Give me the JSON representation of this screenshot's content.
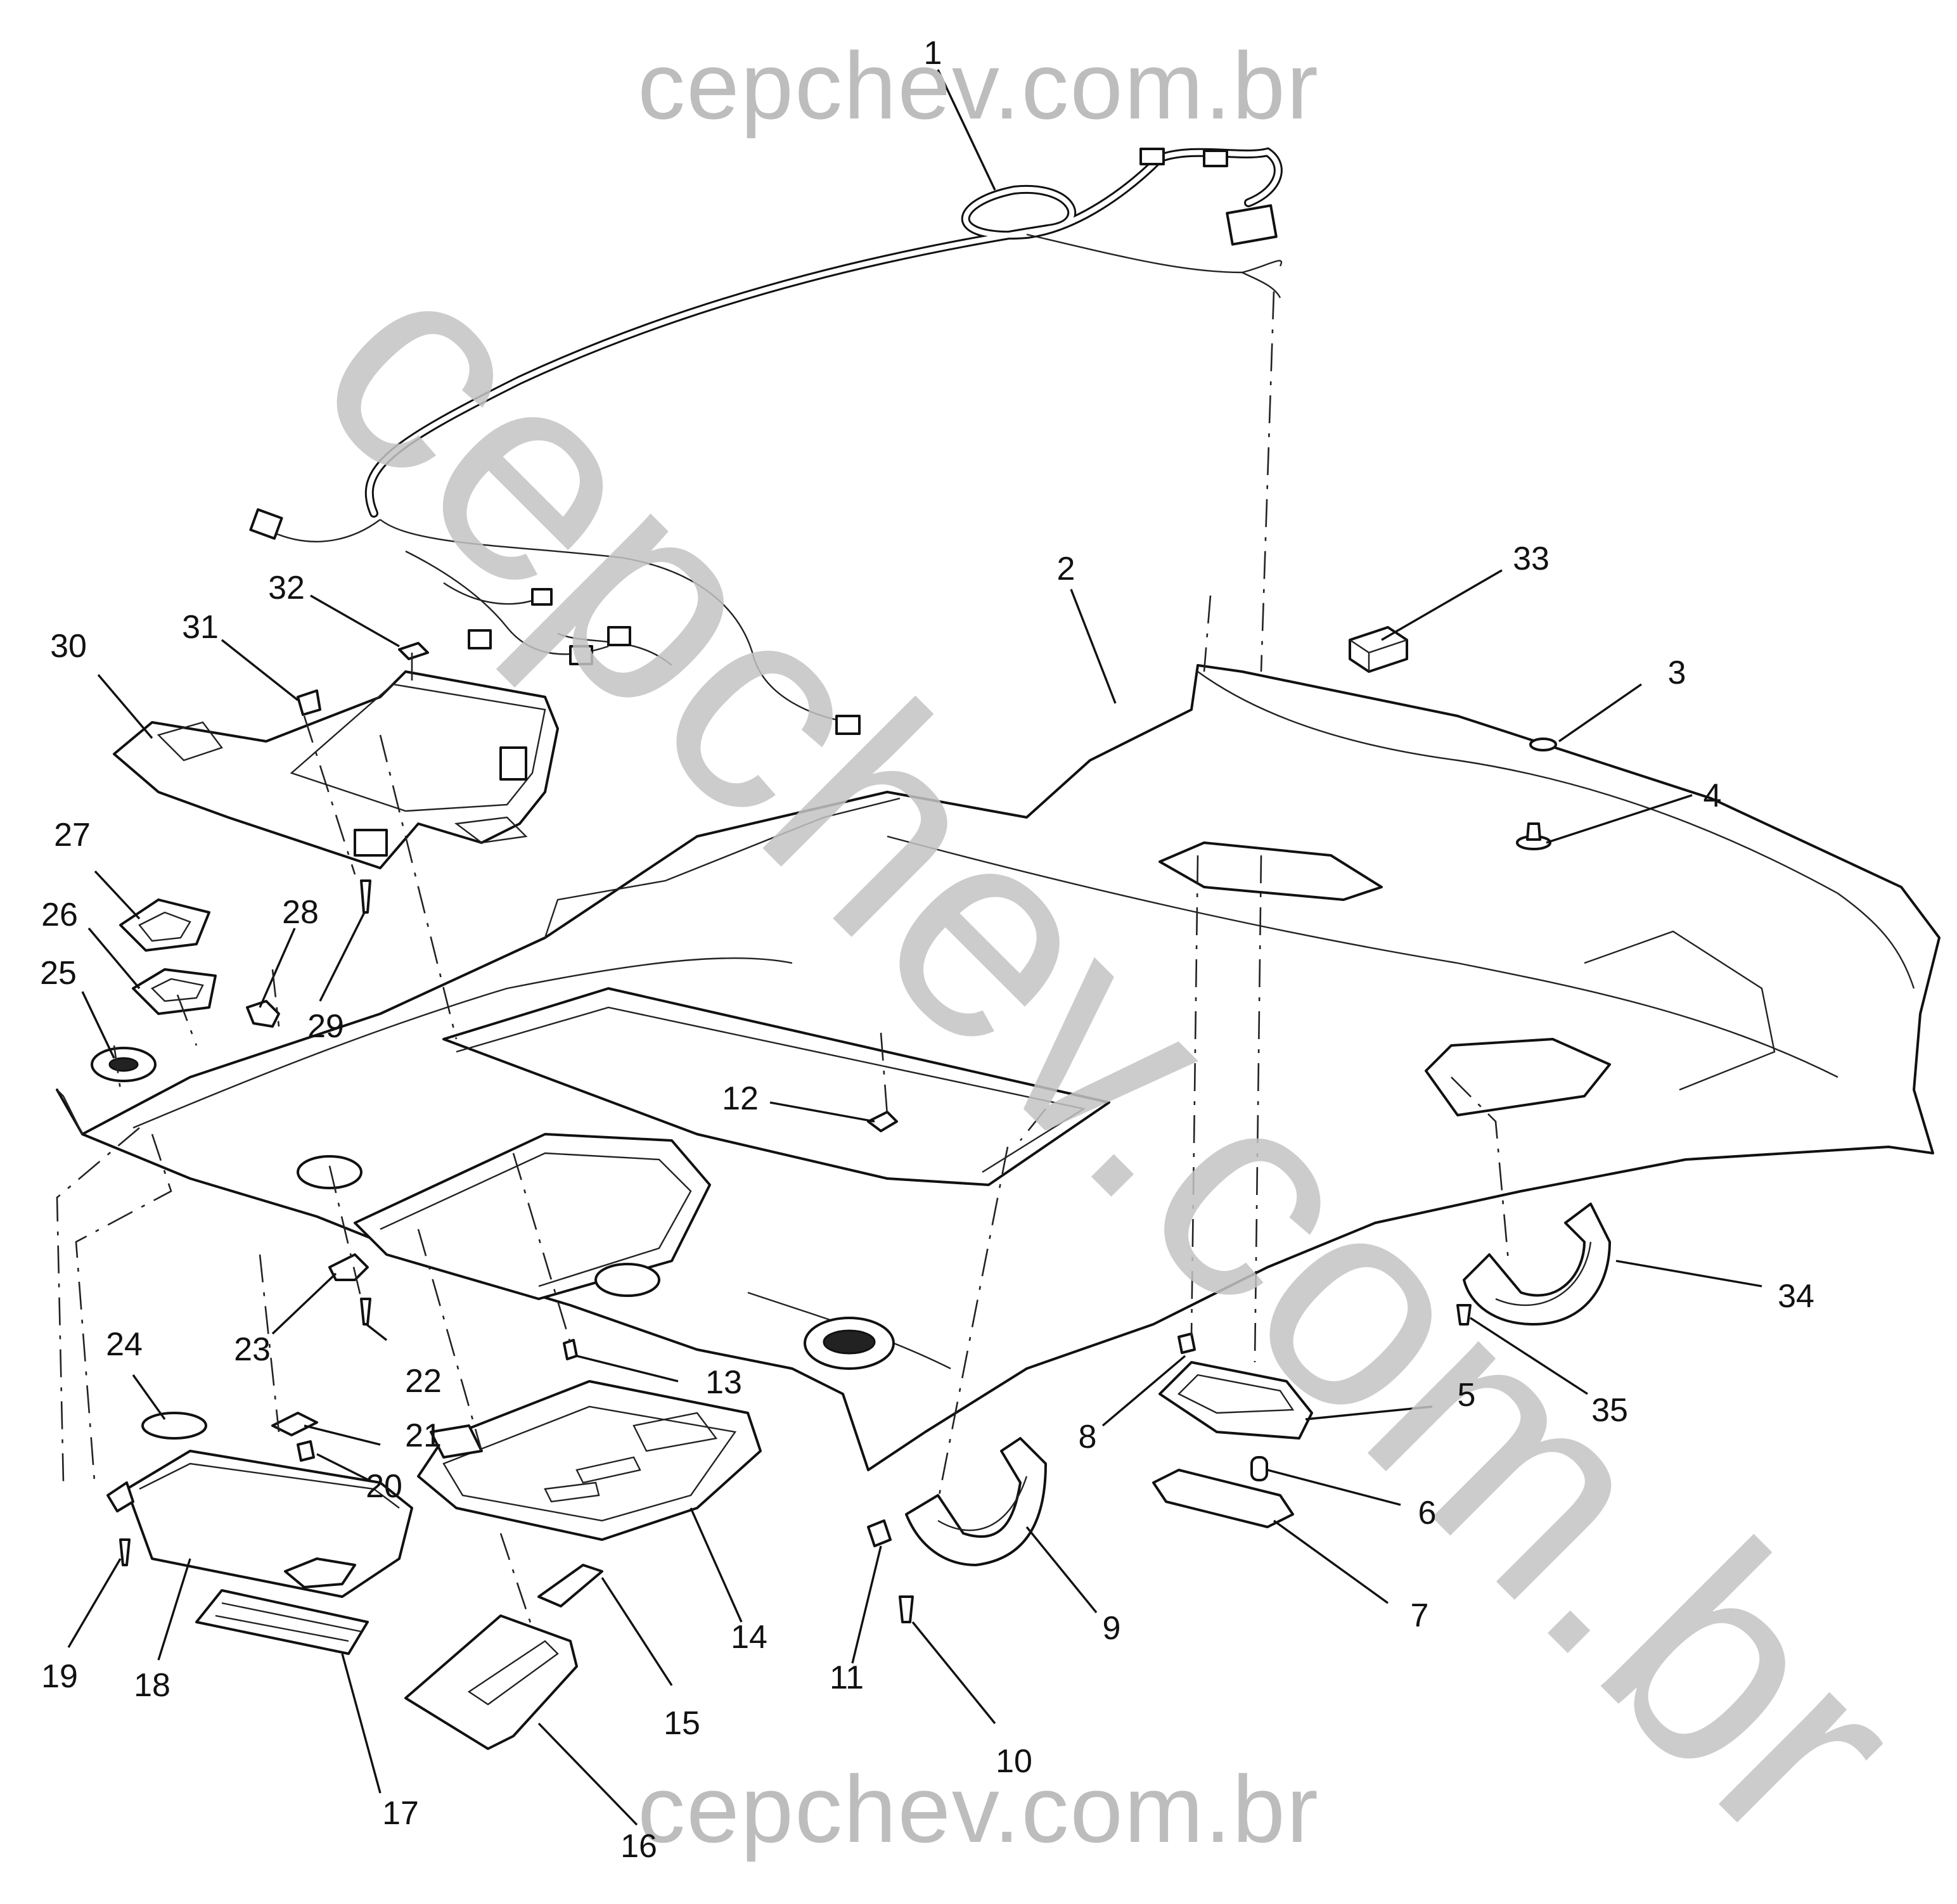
{
  "watermarks": {
    "top": "cepchev.com.br",
    "bottom": "cepchev.com.br",
    "diagonal": "cepchev.com.br"
  },
  "callouts": [
    {
      "id": "1",
      "label": "1"
    },
    {
      "id": "2",
      "label": "2"
    },
    {
      "id": "3",
      "label": "3"
    },
    {
      "id": "4",
      "label": "4"
    },
    {
      "id": "5",
      "label": "5"
    },
    {
      "id": "6",
      "label": "6"
    },
    {
      "id": "7",
      "label": "7"
    },
    {
      "id": "8",
      "label": "8"
    },
    {
      "id": "9",
      "label": "9"
    },
    {
      "id": "10",
      "label": "10"
    },
    {
      "id": "11",
      "label": "11"
    },
    {
      "id": "12",
      "label": "12"
    },
    {
      "id": "13",
      "label": "13"
    },
    {
      "id": "14",
      "label": "14"
    },
    {
      "id": "15",
      "label": "15"
    },
    {
      "id": "16",
      "label": "16"
    },
    {
      "id": "17",
      "label": "17"
    },
    {
      "id": "18",
      "label": "18"
    },
    {
      "id": "19",
      "label": "19"
    },
    {
      "id": "20",
      "label": "20"
    },
    {
      "id": "21",
      "label": "21"
    },
    {
      "id": "22",
      "label": "22"
    },
    {
      "id": "23",
      "label": "23"
    },
    {
      "id": "24",
      "label": "24"
    },
    {
      "id": "25",
      "label": "25"
    },
    {
      "id": "26",
      "label": "26"
    },
    {
      "id": "27",
      "label": "27"
    },
    {
      "id": "28",
      "label": "28"
    },
    {
      "id": "29",
      "label": "29"
    },
    {
      "id": "30",
      "label": "30"
    },
    {
      "id": "31",
      "label": "31"
    },
    {
      "id": "32",
      "label": "32"
    },
    {
      "id": "33",
      "label": "33"
    },
    {
      "id": "34",
      "label": "34"
    },
    {
      "id": "35",
      "label": "35"
    }
  ]
}
